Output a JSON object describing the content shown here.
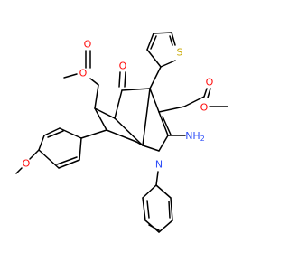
{
  "molecule": {
    "atoms": {
      "O_ester6_carbonyl": {
        "text": "O",
        "color": "#ff0d0d"
      },
      "O_ester6_single": {
        "text": "O",
        "color": "#ff0d0d"
      },
      "O_ketone": {
        "text": "O",
        "color": "#ff0d0d"
      },
      "S_thiophene": {
        "text": "S",
        "color": "#c8a800"
      },
      "O_ester3_carbonyl": {
        "text": "O",
        "color": "#ff0d0d"
      },
      "O_ester3_single": {
        "text": "O",
        "color": "#ff0d0d"
      },
      "N_amine": {
        "text": "NH",
        "sub": "2",
        "color": "#3050f8"
      },
      "N_ring": {
        "text": "N",
        "color": "#3050f8"
      },
      "O_methoxy": {
        "text": "O",
        "color": "#ff0d0d"
      }
    }
  }
}
